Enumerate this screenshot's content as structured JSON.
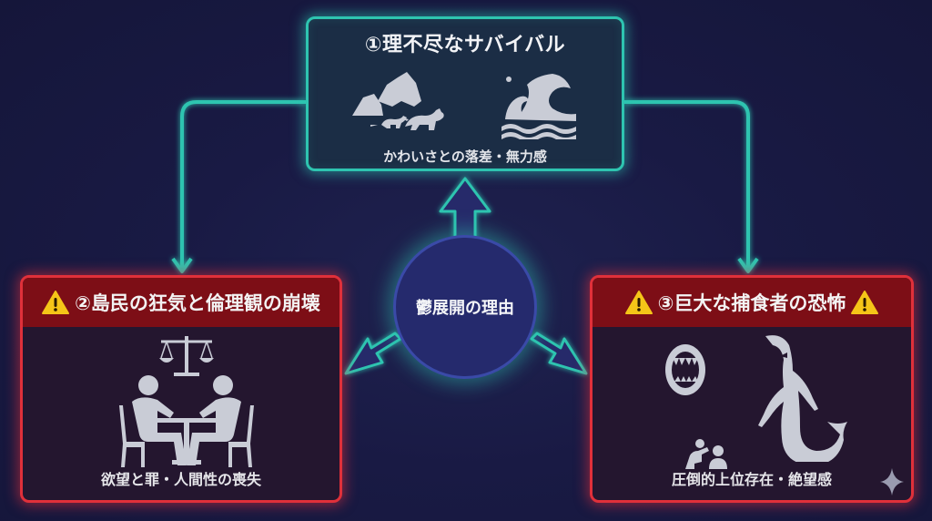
{
  "diagram": {
    "center": {
      "label": "鬱展開の理由"
    },
    "nodes": [
      {
        "id": "survival",
        "title": "①理不尽なサバイバル",
        "caption": "かわいさとの落差・無力感",
        "icons": [
          "rocks-icon",
          "small-animals-icon",
          "tsunami-wave-icon"
        ],
        "theme": "teal"
      },
      {
        "id": "islanders",
        "title": "②島民の狂気と倫理観の崩壊",
        "caption": "欲望と罪・人間性の喪失",
        "icons": [
          "warning-icon",
          "justice-scale-icon",
          "dining-people-icon"
        ],
        "theme": "red"
      },
      {
        "id": "predator",
        "title": "③巨大な捕食者の恐怖",
        "caption": "圧倒的上位存在・絶望感",
        "icons": [
          "warning-icon",
          "fanged-mouth-icon",
          "mermaid-monster-icon",
          "cowering-people-icon",
          "warning-icon"
        ],
        "theme": "red"
      }
    ],
    "connectors": [
      {
        "from": "survival",
        "to": "islanders",
        "style": "arrow"
      },
      {
        "from": "survival",
        "to": "predator",
        "style": "arrow"
      }
    ]
  },
  "colors": {
    "background": "#191a44",
    "teal_accent": "#2ec4b0",
    "red_accent": "#e0303a",
    "red_header": "#7d0e16",
    "circle_fill": "#252a6d",
    "warning_yellow": "#f5c518",
    "icon_fill": "#c9ccd6"
  }
}
